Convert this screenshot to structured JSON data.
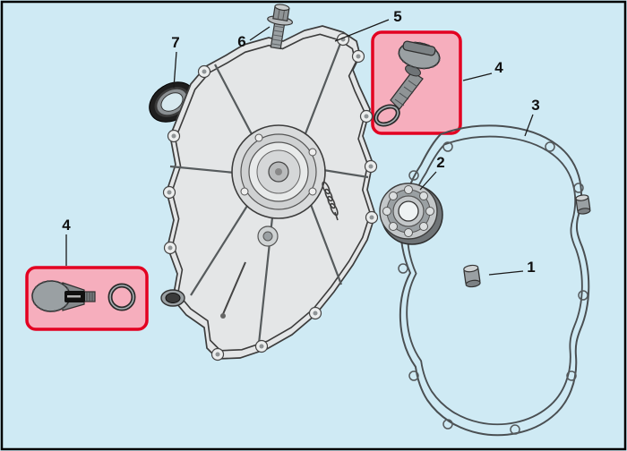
{
  "diagram": {
    "colors": {
      "background": "#cfeaf4",
      "border": "#000000",
      "highlight_fill": "#f6aebd",
      "highlight_stroke": "#e30021"
    },
    "callouts": [
      {
        "label": "1"
      },
      {
        "label": "2"
      },
      {
        "label": "3"
      },
      {
        "label": "4"
      },
      {
        "label": "4"
      },
      {
        "label": "5"
      },
      {
        "label": "6"
      },
      {
        "label": "7"
      }
    ]
  }
}
